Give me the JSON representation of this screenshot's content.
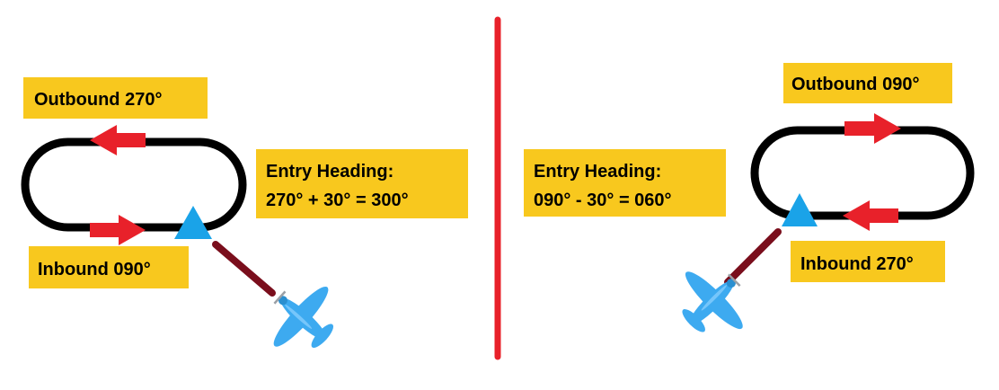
{
  "colors": {
    "background": "#ffffff",
    "track": "#000000",
    "label_fill": "#f8c81e",
    "arrow": "#e8212a",
    "divider": "#e8212a",
    "entry_line": "#7a0e1c",
    "fix_marker": "#1aa3e8",
    "aircraft": "#3daaf0"
  },
  "left_pattern": {
    "outbound_label": "Outbound 270°",
    "inbound_label": "Inbound 090°",
    "entry_title": "Entry Heading:",
    "entry_formula": "270° + 30° = 300°"
  },
  "right_pattern": {
    "outbound_label": "Outbound 090°",
    "inbound_label": "Inbound 270°",
    "entry_title": "Entry Heading:",
    "entry_formula": "090° - 30° = 060°"
  },
  "icons": {
    "fix_marker": "triangle-icon",
    "aircraft": "airplane-icon",
    "direction_arrow": "arrow-icon"
  }
}
